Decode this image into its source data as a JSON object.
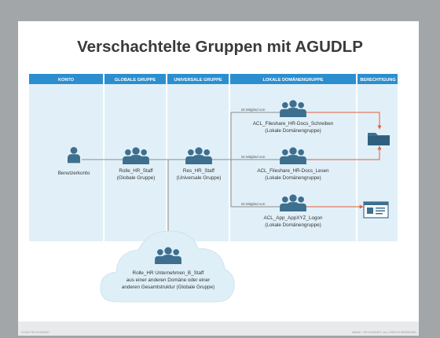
{
  "title": "Verschachtelte Gruppen mit AGUDLP",
  "columns": [
    {
      "label": "KONTO"
    },
    {
      "label": "GLOBALE GRUPPE"
    },
    {
      "label": "UNIVERSALE GRUPPE"
    },
    {
      "label": "LOKALE DOMÄNENGRUPPE"
    },
    {
      "label": "BERECHTIGUNG"
    }
  ],
  "nodes": {
    "account": {
      "line1": "Benutzerkonto"
    },
    "global_group": {
      "line1": "Rolle_HR_Staff",
      "line2": "(Globale Gruppe)"
    },
    "universal_group": {
      "line1": "Res_HR_Staff",
      "line2": "(Universale Gruppe)"
    },
    "local_group_1": {
      "line1": "ACL_Fileshare_HR-Docs_Schreiben",
      "line2": "(Lokale Domänengruppe)"
    },
    "local_group_2": {
      "line1": "ACL_Fileshare_HR-Docs_Lesen",
      "line2": "(Lokale Domänengruppe)"
    },
    "local_group_3": {
      "line1": "ACL_App_AppXYZ_Logon",
      "line2": "(Lokale Domänengruppe)"
    },
    "external_group": {
      "line1": "Rolle_HR Unternehmen_B_Staff",
      "line2": "aus einer anderen Domäne oder einer",
      "line3": "anderen Gesamtstruktur (Globale Gruppe)"
    }
  },
  "member_label": "ist Mitglied von",
  "credits": {
    "left": "©2022 TECHTARGET",
    "right": "IMAGE: TECHTARGET, ALL RIGHTS RESERVED"
  },
  "colors": {
    "header_bar": "#2b8fcf",
    "column_fill": "#e1f0f8",
    "icon": "#3d6f8f",
    "arrow": "#e55e3a",
    "connector": "#8c8c8c",
    "text": "#333333",
    "cloud": "#dfeff8"
  },
  "icons": [
    "user-icon",
    "group-icon",
    "folder-icon",
    "application-window-icon"
  ]
}
